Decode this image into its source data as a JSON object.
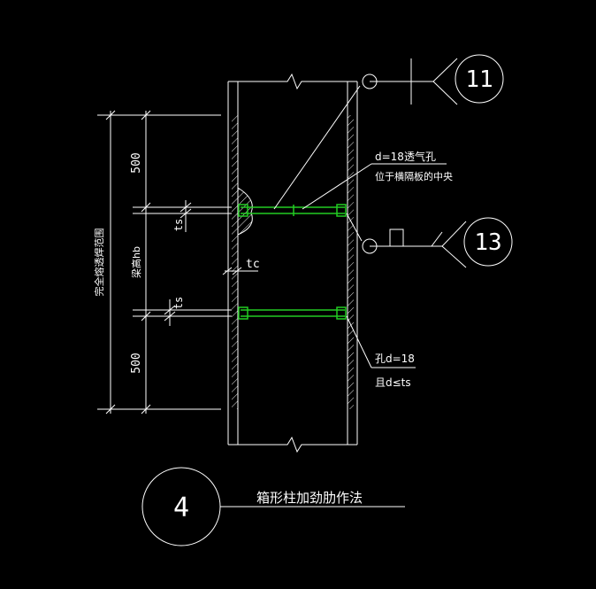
{
  "drawing": {
    "title": "箱形柱加劲肋作法",
    "detail_number": "4",
    "callout_top": "11",
    "callout_mid": "13",
    "vent_hole_line1": "d=18透气孔",
    "vent_hole_line2": "位于横隔板的中央",
    "hole_line1": "孔d=18",
    "hole_line2": "且d≤ts",
    "dim_outer": "完全熔透焊范围",
    "dim_top": "500",
    "dim_mid": "梁高hb",
    "dim_bottom": "500",
    "dim_ts_top": "ts",
    "dim_ts_bottom": "ts",
    "dim_tc": "tc"
  },
  "colors": {
    "background": "#000000",
    "lines": "#ffffff",
    "stiffener": "#22cc22"
  }
}
